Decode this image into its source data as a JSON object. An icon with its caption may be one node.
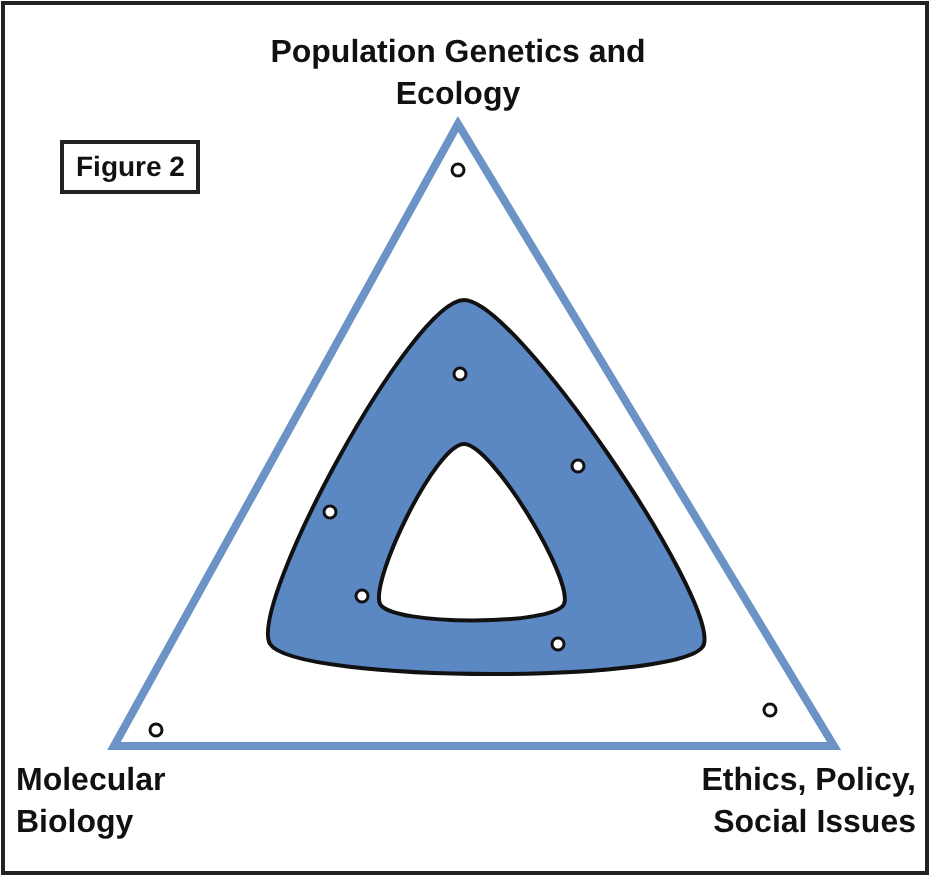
{
  "diagram": {
    "labels": [
      "Figure 2",
      "Population Genetics and Ecology",
      "Molecular Biology",
      "Ethics, Policy, Social Issues"
    ]
  }
}
